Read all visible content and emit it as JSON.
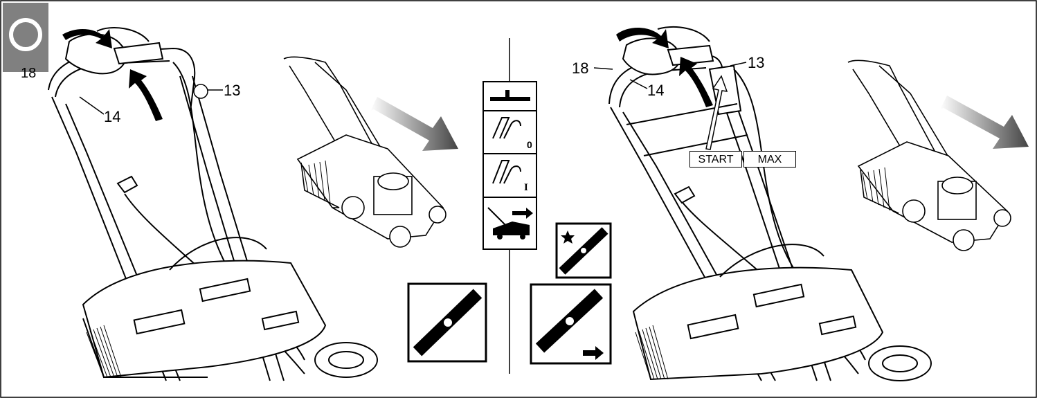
{
  "callouts": {
    "left_14": "14",
    "left_13": "13",
    "left_edge_partial": "18",
    "right_18": "18",
    "right_14": "14",
    "right_13": "13"
  },
  "choke_labels": {
    "start": "START",
    "max": "MAX"
  },
  "symbol_panel": {
    "position_zero": "0",
    "position_one": "I"
  },
  "icons": {
    "section_badge": "circle-section-icon",
    "blade_brake_lever": "blade-brake-lever-icon",
    "lever_released": "lever-released-icon",
    "lever_pulled": "lever-pulled-icon",
    "mower_drive": "mower-forward-drive-icon",
    "blade_stopped": "blade-stopped-icon",
    "blade_running": "blade-running-icon",
    "blade_moving": "blade-moving-forward-icon",
    "direction_arrow": "gradient-direction-arrow-icon"
  },
  "colors": {
    "ink": "#000000",
    "badge": "#808080",
    "background": "#ffffff"
  }
}
